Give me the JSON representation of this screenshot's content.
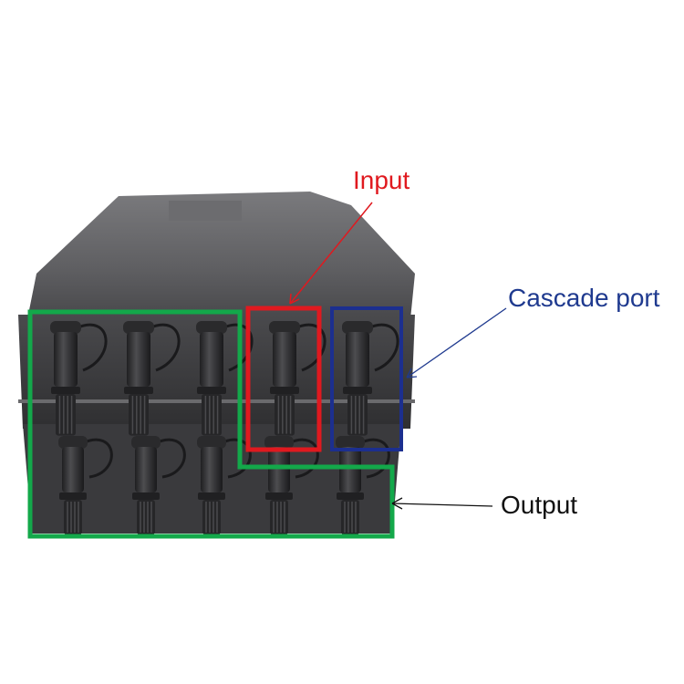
{
  "annotations": {
    "input": {
      "label": "Input",
      "color": "#e0191f"
    },
    "cascade": {
      "label": "Cascade port",
      "color": "#1f3a8f"
    },
    "output": {
      "label": "Output",
      "color": "#111111"
    }
  },
  "box_colors": {
    "input": "#e0191f",
    "cascade": "#1c2f8f",
    "output": "#13a84a"
  },
  "device": {
    "body_color": "#5a5a5c",
    "connector_color": "#2b2b2d",
    "upper_row_connectors": 5,
    "lower_row_connectors": 5
  }
}
